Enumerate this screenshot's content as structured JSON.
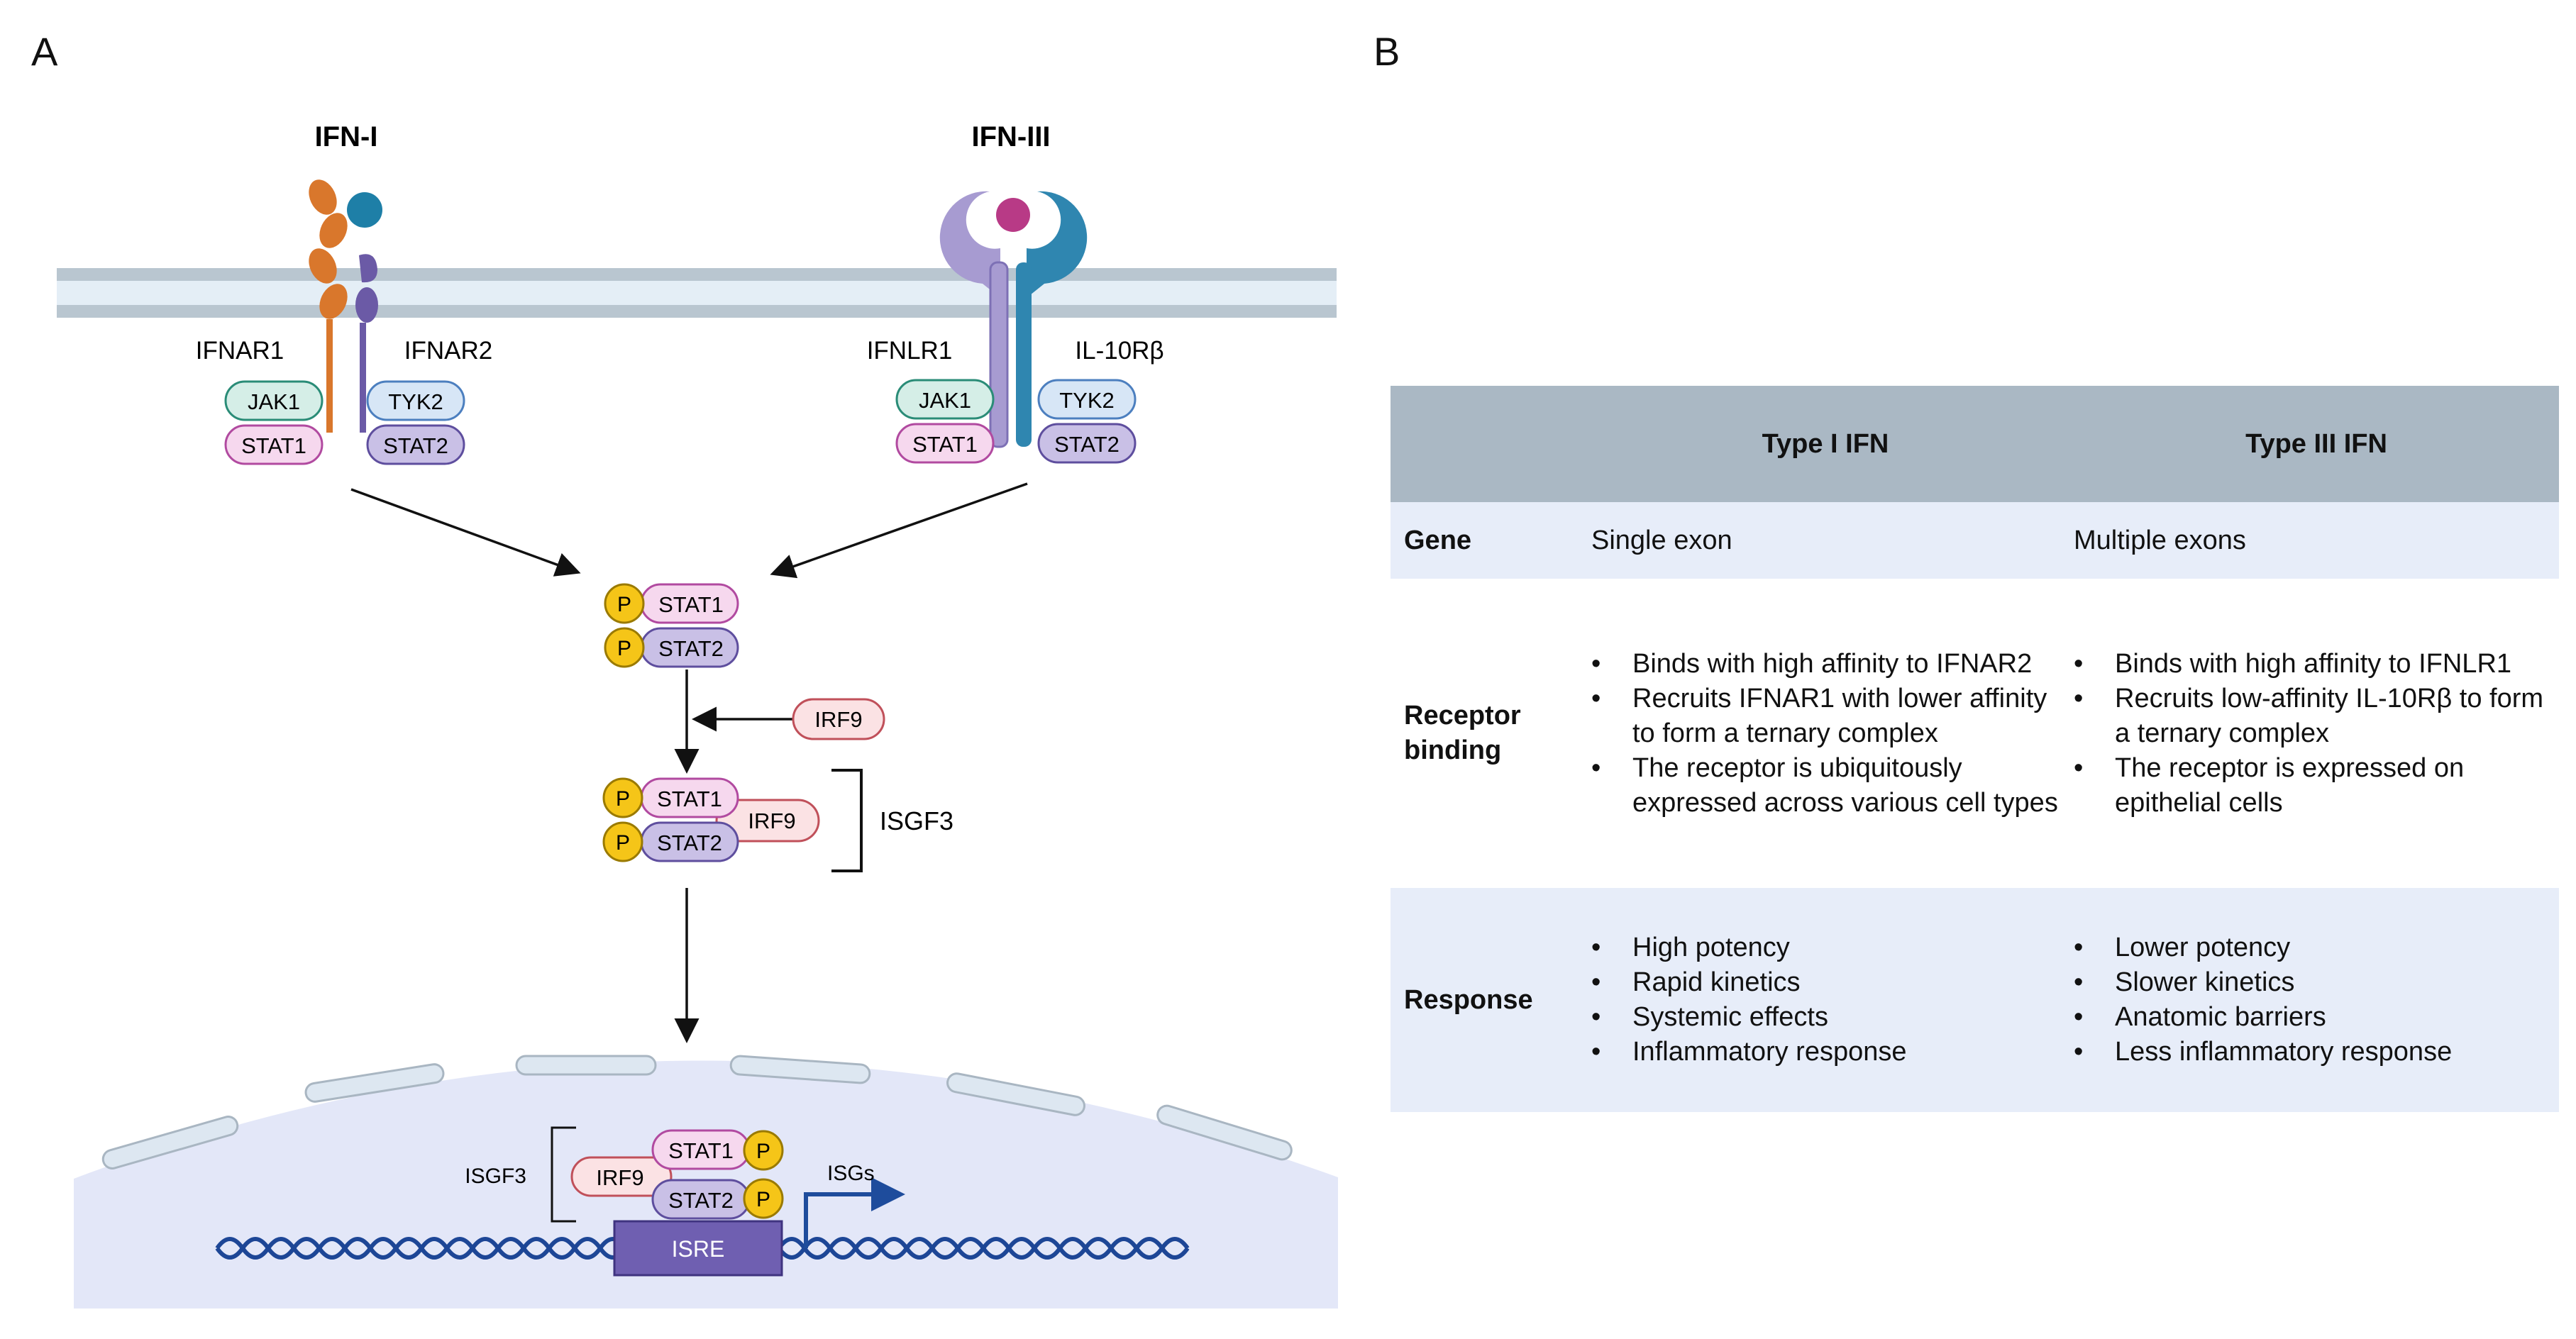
{
  "panel_labels": {
    "a": "A",
    "b": "B"
  },
  "diagram": {
    "ifn_i_label": "IFN-I",
    "ifn_iii_label": "IFN-III",
    "receptors": {
      "ifnar1": "IFNAR1",
      "ifnar2": "IFNAR2",
      "ifnlr1": "IFNLR1",
      "il10rb": "IL-10Rβ"
    },
    "kinases": {
      "jak1": "JAK1",
      "tyk2": "TYK2"
    },
    "stat1": "STAT1",
    "stat2": "STAT2",
    "phospho": "P",
    "irf9": "IRF9",
    "isgf3": "ISGF3",
    "isre": "ISRE",
    "isgs": "ISGs",
    "colors": {
      "membrane": "#b9c6d0",
      "membrane_inner": "#e4eef6",
      "ifnar1": "#d9772c",
      "ifnar2": "#6b5aa6",
      "ligand_i": "#1e7fa7",
      "ligand_iii": "#b83a86",
      "ifnlr1": "#a79bd1",
      "il10rb": "#2f86b0",
      "jak_fill": "#d5eee7",
      "stat1_fill": "#f6d8ee",
      "stat2_fill": "#c9c0e6",
      "tyk2_fill": "#d7e6f6",
      "irf9_fill": "#fbe2e4",
      "phospho_fill": "#f5c518",
      "nucleus": "#e3e7f8",
      "dna": "#1d4696",
      "isre_fill": "#6f5fb1",
      "arrow_isg": "#1e4c9c"
    }
  },
  "table": {
    "headers": [
      "",
      "Type I IFN",
      "Type III IFN"
    ],
    "gene": {
      "label": "Gene",
      "type_i": "Single exon",
      "type_iii": "Multiple exons"
    },
    "receptor": {
      "label_line1": "Receptor",
      "label_line2": "binding",
      "type_i": [
        "Binds with high affinity to IFNAR2",
        "Recruits IFNAR1 with lower affinity to form a ternary complex",
        "The receptor is ubiquitously expressed across various cell types"
      ],
      "type_iii": [
        "Binds with high affinity to IFNLR1",
        "Recruits low-affinity IL-10Rβ to form a ternary complex",
        "The receptor is expressed on epithelial cells"
      ]
    },
    "response": {
      "label": "Response",
      "type_i": [
        "High potency",
        "Rapid kinetics",
        "Systemic effects",
        "Inflammatory response"
      ],
      "type_iii": [
        "Lower potency",
        "Slower kinetics",
        "Anatomic barriers",
        "Less inflammatory response"
      ]
    }
  }
}
